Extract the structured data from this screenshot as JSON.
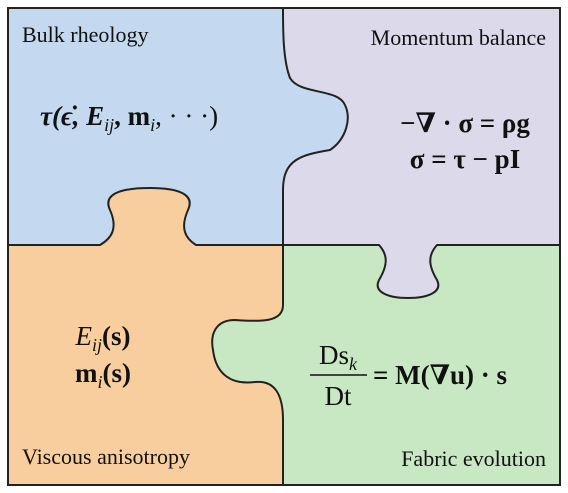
{
  "pieces": [
    {
      "id": "bulk-rheology",
      "title": "Bulk rheology",
      "color": "#c4d9ef",
      "equation": [
        "τ(ϵ̇, E",
        "ij",
        ", m",
        "i",
        ", · · ·)"
      ]
    },
    {
      "id": "momentum-balance",
      "title": "Momentum balance",
      "color": "#dcdaea",
      "equation_line1": [
        "−∇ · σ = ρg"
      ],
      "equation_line2": [
        "σ = τ − pI"
      ]
    },
    {
      "id": "viscous-anisotropy",
      "title": "Viscous anisotropy",
      "color": "#f8ce9f",
      "equation_line1": [
        "E",
        "ij",
        "(s)"
      ],
      "equation_line2": [
        "m",
        "i",
        "(s)"
      ]
    },
    {
      "id": "fabric-evolution",
      "title": "Fabric evolution",
      "color": "#c8e7c3",
      "numerator": [
        "Ds",
        "k"
      ],
      "denominator": "Dt",
      "rhs": "= M(∇u) · s"
    }
  ],
  "outline_color": "#222222"
}
